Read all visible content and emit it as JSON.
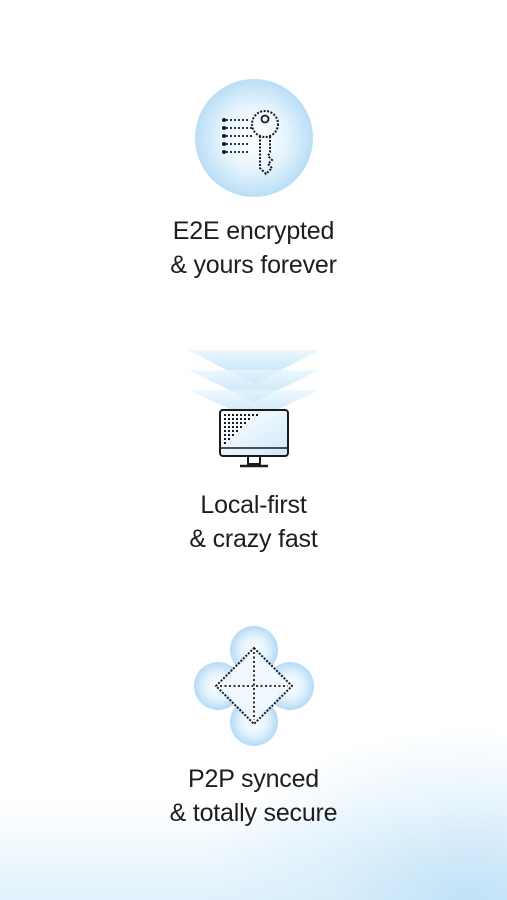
{
  "features": [
    {
      "icon": "key-icon",
      "line1": "E2E encrypted",
      "line2": "& yours forever"
    },
    {
      "icon": "computer-monitor-icon",
      "line1": "Local-first",
      "line2": "& crazy fast"
    },
    {
      "icon": "p2p-network-icon",
      "line1": "P2P synced",
      "line2": "& totally secure"
    }
  ],
  "colors": {
    "text": "#1d1d1f",
    "icon_stroke": "#1a1a1a",
    "glow_center": "#ffffff",
    "glow_edge": "#b9def6"
  }
}
